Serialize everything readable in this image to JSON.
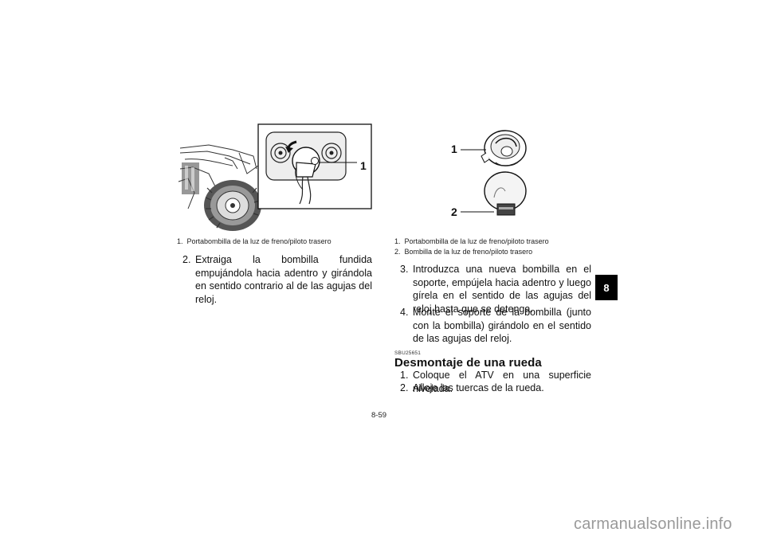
{
  "figures": {
    "left": {
      "callout": "1"
    },
    "right": {
      "callout_1": "1",
      "callout_2": "2"
    }
  },
  "left_column": {
    "caption": {
      "num": "1.",
      "text": "Portabombilla de la luz de freno/piloto trasero"
    },
    "step": {
      "num": "2.",
      "text": "Extraiga la bombilla fundida empujándola ha­cia adentro y girándola en sentido contrario al de las agujas del reloj."
    }
  },
  "right_column": {
    "captions": [
      {
        "num": "1.",
        "text": "Portabombilla de la luz de freno/piloto trasero"
      },
      {
        "num": "2.",
        "text": "Bombilla de la luz de freno/piloto trasero"
      }
    ],
    "steps": [
      {
        "num": "3.",
        "text": "Introduzca una nueva bombilla en el soporte, empújela hacia adentro y luego gírela en el sentido de las agujas del reloj hasta que se detenga."
      },
      {
        "num": "4.",
        "text": "Monte el soporte de la bombilla (junto con la bombilla) girándolo en el sentido de las agujas del reloj."
      }
    ],
    "section_code": "SBU25651",
    "section_heading": "Desmontaje de una rueda",
    "section_steps": [
      {
        "num": "1.",
        "text": "Coloque el ATV en una superficie nivelada."
      },
      {
        "num": "2.",
        "text": "Afloje las tuercas de la rueda."
      }
    ]
  },
  "chapter_tab": "8",
  "page_number": "8-59",
  "watermark": "carmanualsonline.info"
}
